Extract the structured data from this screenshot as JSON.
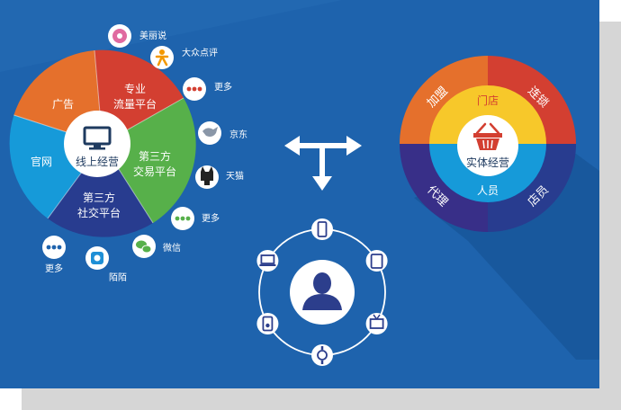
{
  "colors": {
    "panel": "#1e63ad",
    "panel_dark": "#14508f",
    "shadow": "#d6d6d6",
    "orange": "#e5702c",
    "red": "#d33f31",
    "green": "#57b04a",
    "cyan": "#169ad9",
    "indigo": "#283c8f",
    "purple": "#382f88",
    "yellow": "#f7c82a",
    "white": "#ffffff",
    "label_blue": "#1e3a5f"
  },
  "online": {
    "center_label": "线上经营",
    "center_icon": "monitor-icon",
    "segments": [
      {
        "id": "ads",
        "label": "广告"
      },
      {
        "id": "traffic",
        "lines": [
          "专业",
          "流量平台"
        ]
      },
      {
        "id": "trade",
        "lines": [
          "第三方",
          "交易平台"
        ]
      },
      {
        "id": "social",
        "lines": [
          "第三方",
          "社交平台"
        ]
      },
      {
        "id": "official",
        "label": "官网"
      }
    ],
    "platforms": [
      {
        "id": "meilishuo",
        "label": "美丽说",
        "icon": "meilishuo-icon"
      },
      {
        "id": "dianping",
        "label": "大众点评",
        "icon": "dianping-icon"
      },
      {
        "id": "more1",
        "label": "更多",
        "icon": "more-dots-icon"
      },
      {
        "id": "jd",
        "label": "京东",
        "icon": "jd-dog-icon"
      },
      {
        "id": "tmall",
        "label": "天猫",
        "icon": "tmall-cat-icon"
      },
      {
        "id": "more2",
        "label": "更多",
        "icon": "more-dots-icon"
      },
      {
        "id": "wechat",
        "label": "微信",
        "icon": "wechat-icon"
      },
      {
        "id": "momo",
        "label": "陌陌",
        "icon": "momo-icon"
      },
      {
        "id": "more3",
        "label": "更多",
        "icon": "more-dots-icon"
      }
    ]
  },
  "offline": {
    "center_label": "实体经营",
    "center_icon": "basket-icon",
    "ring": [
      "门店",
      "人员"
    ],
    "outer": [
      "加盟",
      "连锁",
      "代理",
      "店员"
    ]
  },
  "center_hub": {
    "arrow_icon": "three-way-arrow-icon",
    "person_icon": "person-icon",
    "devices": [
      "phone-icon",
      "tablet-icon",
      "tv-icon",
      "watch-icon",
      "music-player-icon",
      "laptop-icon"
    ]
  }
}
